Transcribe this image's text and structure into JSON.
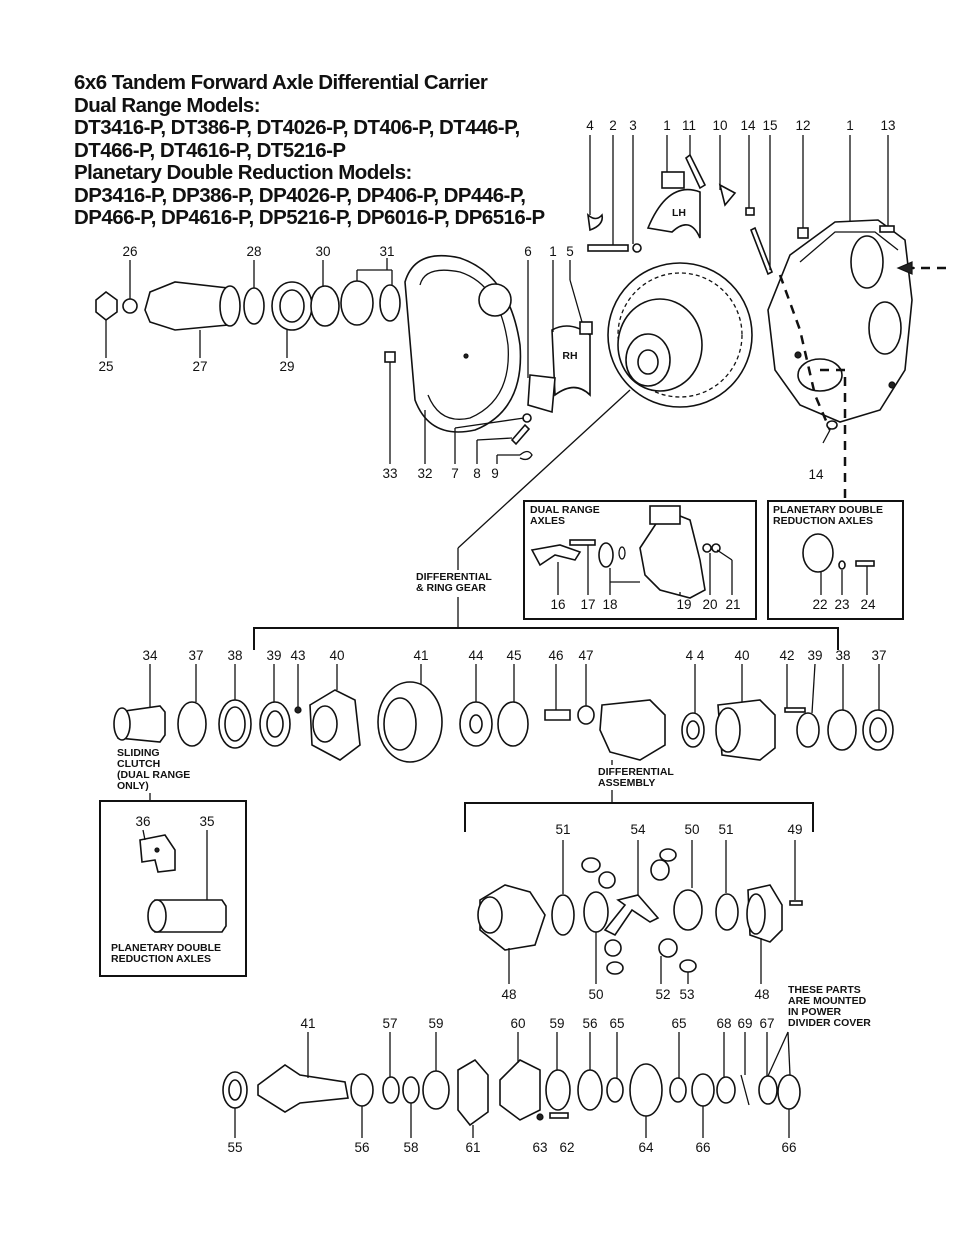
{
  "title_lines": [
    "6x6 Tandem Forward Axle Differential Carrier",
    "Dual Range Models:",
    "DT3416-P, DT386-P, DT4026-P, DT406-P, DT446-P,",
    "DT466-P, DT4616-P, DT5216-P",
    "Planetary Double Reduction Models:",
    "DP3416-P, DP386-P, DP4026-P, DP406-P, DP446-P,",
    "DP466-P, DP4616-P, DP5216-P, DP6016-P, DP6516-P"
  ],
  "captions": {
    "dual_range_axles": [
      "DUAL RANGE",
      "AXLES"
    ],
    "planetary_top": [
      "PLANETARY DOUBLE",
      "REDUCTION AXLES"
    ],
    "differential_ring_gear": [
      "DIFFERENTIAL",
      "& RING GEAR"
    ],
    "sliding_clutch": [
      "SLIDING",
      "CLUTCH",
      "(DUAL RANGE",
      "ONLY)"
    ],
    "differential_assembly": [
      "DIFFERENTIAL",
      "ASSEMBLY"
    ],
    "planetary_bottom": [
      "PLANETARY DOUBLE",
      "REDUCTION AXLES"
    ],
    "power_divider": [
      "THESE PARTS",
      "ARE MOUNTED",
      "IN POWER",
      "DIVIDER COVER"
    ],
    "rh": "RH",
    "lh": "LH"
  },
  "callouts": {
    "top_row": [
      "4",
      "2",
      "3",
      "1",
      "11",
      "10",
      "14",
      "15",
      "12",
      "1",
      "13"
    ],
    "yoke_row_top": [
      "26",
      "28",
      "30",
      "31",
      "6",
      "1",
      "5"
    ],
    "yoke_row_bottom": [
      "25",
      "27",
      "29"
    ],
    "cover_row_bottom": [
      "33",
      "32",
      "7",
      "8",
      "9"
    ],
    "housing_bottom": [
      "14"
    ],
    "dual_range_box": [
      "16",
      "17",
      "18",
      "19",
      "20",
      "21"
    ],
    "planetary_box_top": [
      "22",
      "23",
      "24"
    ],
    "middle_row": [
      "34",
      "37",
      "38",
      "39",
      "43",
      "40",
      "41",
      "44",
      "45",
      "46",
      "47",
      "4 4",
      "40",
      "42",
      "39",
      "38",
      "37"
    ],
    "planetary_box_bottom": [
      "36",
      "35"
    ],
    "diff_top": [
      "51",
      "54",
      "50",
      "51",
      "49"
    ],
    "diff_bottom": [
      "48",
      "50",
      "52",
      "53",
      "48"
    ],
    "bottom_top": [
      "41",
      "57",
      "59",
      "60",
      "59",
      "56",
      "65",
      "65",
      "68",
      "69",
      "67"
    ],
    "bottom_bottom": [
      "55",
      "56",
      "58",
      "61",
      "63",
      "62",
      "64",
      "66",
      "66"
    ]
  }
}
